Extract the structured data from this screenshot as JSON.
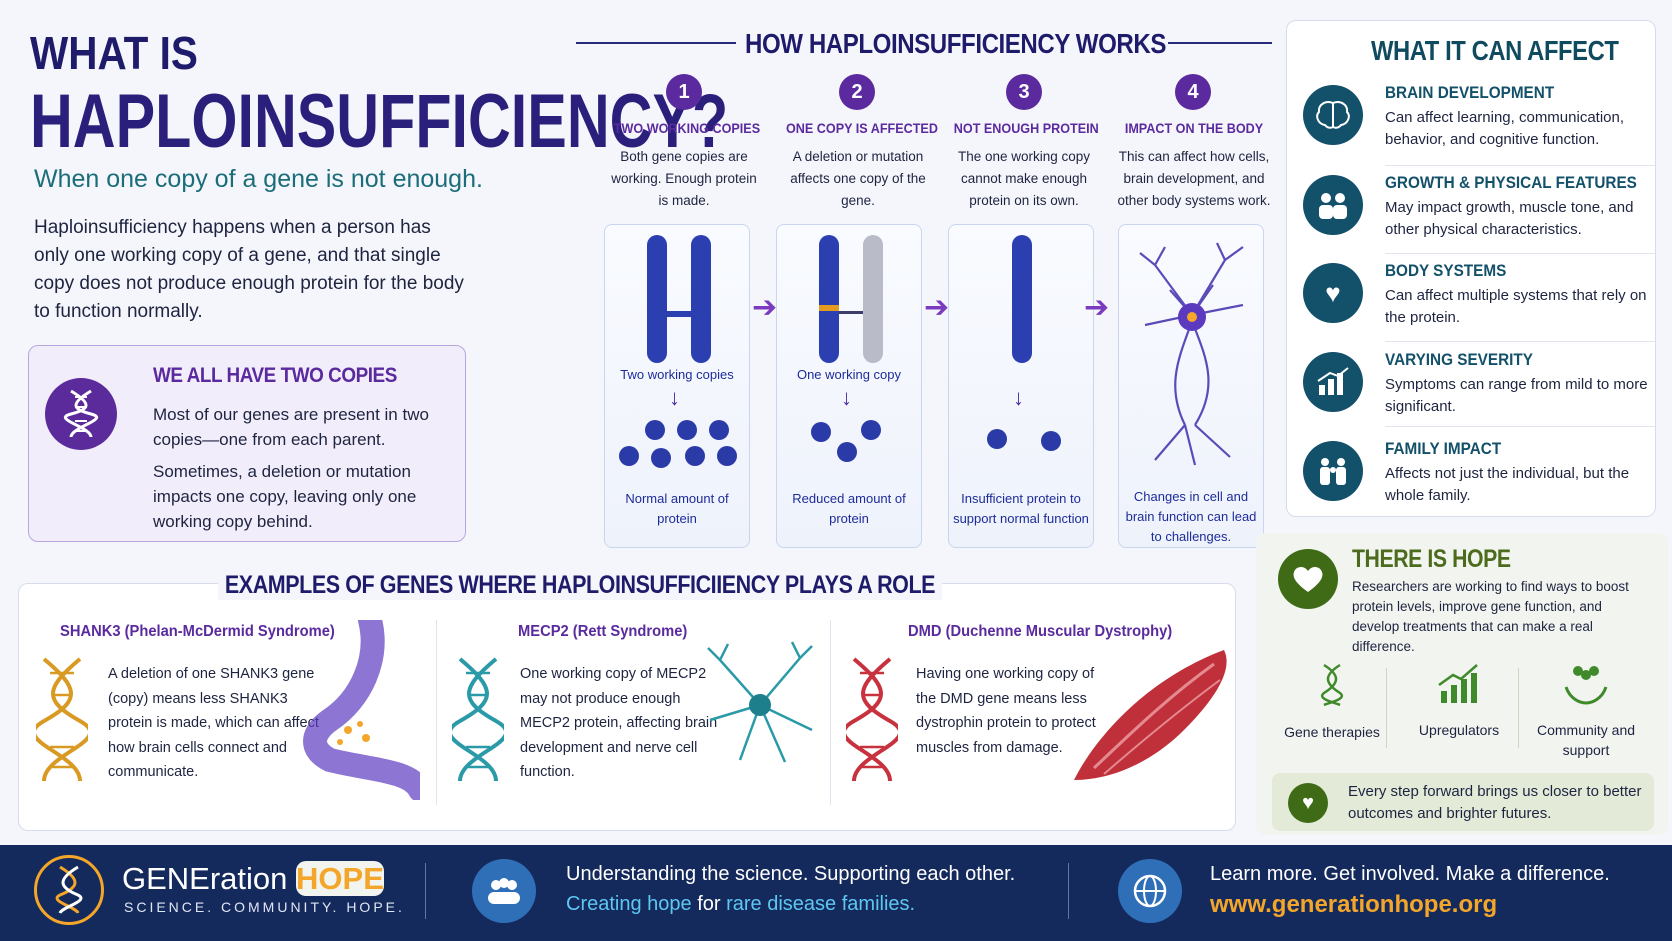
{
  "title": {
    "line1": "WHAT IS",
    "line2": "HAPLOINSUFFICIENCY?"
  },
  "subtitle": "When one copy of a gene is not enough.",
  "intro": "Haploinsufficiency happens when a person has only one working copy of a gene, and that single copy does not produce enough protein for the body to function normally.",
  "two_copies": {
    "heading": "WE ALL HAVE TWO COPIES",
    "p1": "Most of our genes are present in two copies—one from each parent.",
    "p2": "Sometimes, a deletion or mutation impacts one copy, leaving only one working copy behind."
  },
  "how": {
    "heading": "HOW HAPLOINSUFFICIENCY WORKS",
    "steps": [
      {
        "num": "1",
        "title": "TWO WORKING COPIES",
        "desc": "Both gene copies are working. Enough protein is made.",
        "top_caption": "Two working copies",
        "bottom_caption": "Normal amount of protein"
      },
      {
        "num": "2",
        "title": "ONE COPY IS AFFECTED",
        "desc": "A deletion or mutation affects one copy of the gene.",
        "top_caption": "One working copy",
        "bottom_caption": "Reduced amount of protein"
      },
      {
        "num": "3",
        "title": "NOT ENOUGH PROTEIN",
        "desc": "The one working copy cannot make enough protein on its own.",
        "top_caption": "",
        "bottom_caption": "Insufficient protein to support normal function"
      },
      {
        "num": "4",
        "title": "IMPACT ON THE BODY",
        "desc": "This can affect how cells, brain development, and other body systems work.",
        "top_caption": "",
        "bottom_caption": "Changes in cell and brain function can lead to challenges."
      }
    ]
  },
  "affect": {
    "heading": "WHAT IT CAN AFFECT",
    "items": [
      {
        "title": "BRAIN DEVELOPMENT",
        "text": "Can affect learning, communication, behavior, and cognitive function.",
        "icon": "brain-icon"
      },
      {
        "title": "GROWTH & PHYSICAL FEATURES",
        "text": "May impact growth, muscle tone, and other physical characteristics.",
        "icon": "people-icon"
      },
      {
        "title": "BODY SYSTEMS",
        "text": "Can affect multiple systems that rely on the protein.",
        "icon": "heart-hand-icon"
      },
      {
        "title": "VARYING SEVERITY",
        "text": "Symptoms can range from mild to more significant.",
        "icon": "bar-chart-icon"
      },
      {
        "title": "FAMILY IMPACT",
        "text": "Affects not just the individual, but the whole family.",
        "icon": "family-icon"
      }
    ]
  },
  "hope": {
    "heading": "THERE IS HOPE",
    "text": "Researchers are working to find ways to boost protein levels, improve gene function, and develop treatments that can make a real difference.",
    "items": [
      {
        "label": "Gene therapies",
        "icon": "dna-icon"
      },
      {
        "label": "Upregulators",
        "icon": "growth-chart-icon"
      },
      {
        "label": "Community and support",
        "icon": "community-icon"
      }
    ],
    "banner": "Every step forward brings us closer to better outcomes and brighter futures."
  },
  "examples": {
    "heading": "EXAMPLES OF GENES WHERE HAPLOINSUFFICIIENCY PLAYS A ROLE",
    "genes": [
      {
        "title": "SHANK3 (Phelan-McDermid Syndrome)",
        "text": "A deletion of one SHANK3 gene (copy) means less SHANK3 protein is made, which can affect how brain cells connect and communicate.",
        "color": "#d89a22"
      },
      {
        "title": "MECP2 (Rett Syndrome)",
        "text": "One working copy of MECP2 may not produce enough MECP2 protein, affecting brain development and nerve cell function.",
        "color": "#2a9aa8"
      },
      {
        "title": "DMD (Duchenne Muscular Dystrophy)",
        "text": "Having one working copy of the DMD gene means less dystrophin protein to protect muscles from damage.",
        "color": "#c8323e"
      }
    ]
  },
  "footer": {
    "brand_main": "GENEration",
    "brand_hope": "HOPE",
    "tagline": "SCIENCE. COMMUNITY. HOPE.",
    "line1": "Understanding the science. Supporting each other.",
    "line2a": "Creating hope",
    "line2b": " for ",
    "line2c": "rare disease families.",
    "cta": "Learn more. Get involved. Make a difference.",
    "url": "www.generationhope.org"
  }
}
